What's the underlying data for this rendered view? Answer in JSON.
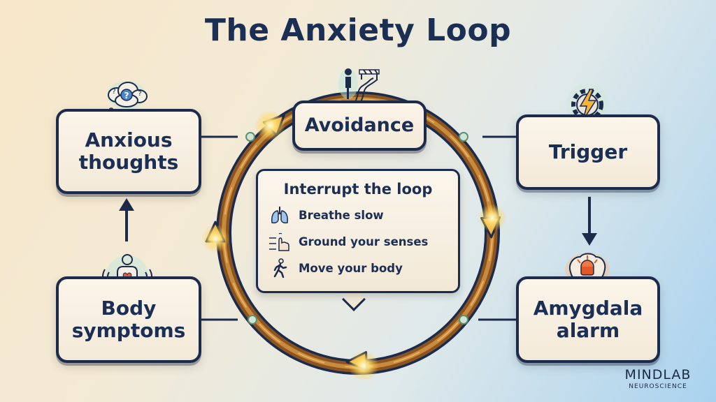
{
  "title": "The Anxiety Loop",
  "nodes": {
    "avoidance": {
      "label": "Avoidance",
      "icon": "person-walking-to-barrier-icon"
    },
    "trigger": {
      "label": "Trigger",
      "icon": "gear-lightning-icon"
    },
    "amygdala": {
      "label": "Amygdala\nalarm",
      "icon": "brain-alarm-icon"
    },
    "body": {
      "label": "Body\nsymptoms",
      "icon": "body-heart-icon"
    },
    "thoughts": {
      "label": "Anxious\nthoughts",
      "icon": "thought-cloud-question-icon"
    }
  },
  "callout": {
    "title": "Interrupt the loop",
    "tips": [
      {
        "label": "Breathe slow",
        "icon": "lungs-icon"
      },
      {
        "label": "Ground your senses",
        "icon": "hand-touch-icon"
      },
      {
        "label": "Move your body",
        "icon": "walking-person-icon"
      }
    ]
  },
  "brand": {
    "name": "MINDLAB",
    "sub": "NEUROSCIENCE"
  },
  "colors": {
    "navy": "#1b2f55",
    "ring": "#a56a2a",
    "glow": "#ffd86b",
    "card": "#f8f0e2"
  }
}
